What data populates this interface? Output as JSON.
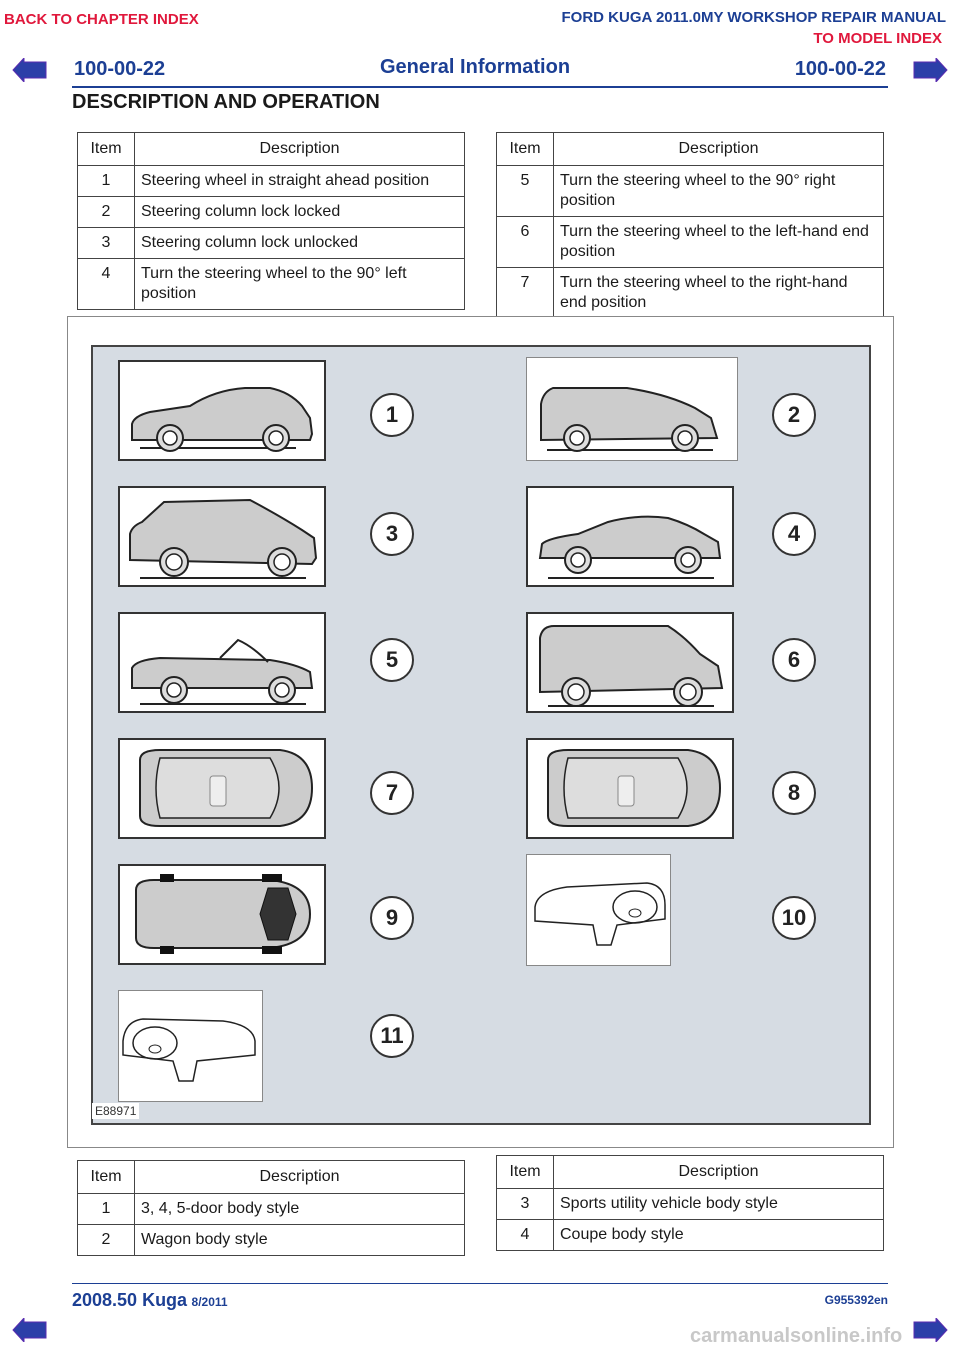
{
  "nav": {
    "back_chapter": "BACK TO CHAPTER INDEX",
    "manual_title": "FORD KUGA 2011.0MY WORKSHOP REPAIR MANUAL",
    "model_index": "TO MODEL INDEX"
  },
  "header": {
    "page_left": "100-00-22",
    "section": "General Information",
    "page_right": "100-00-22",
    "heading": "DESCRIPTION AND OPERATION"
  },
  "top_table_left": {
    "col_item": "Item",
    "col_desc": "Description",
    "rows": [
      {
        "item": "1",
        "desc": "Steering wheel in straight ahead position"
      },
      {
        "item": "2",
        "desc": "Steering column lock locked"
      },
      {
        "item": "3",
        "desc": "Steering column lock unlocked"
      },
      {
        "item": "4",
        "desc": "Turn the steering wheel to the 90° left position"
      }
    ]
  },
  "top_table_right": {
    "col_item": "Item",
    "col_desc": "Description",
    "rows": [
      {
        "item": "5",
        "desc": "Turn the steering wheel to the 90° right position"
      },
      {
        "item": "6",
        "desc": "Turn the steering wheel to the left-hand end position"
      },
      {
        "item": "7",
        "desc": "Turn the steering wheel to the right-hand end position"
      }
    ]
  },
  "figure": {
    "code": "E88971",
    "callouts": [
      "1",
      "2",
      "3",
      "4",
      "5",
      "6",
      "7",
      "8",
      "9",
      "10",
      "11"
    ]
  },
  "bottom_table_left": {
    "col_item": "Item",
    "col_desc": "Description",
    "rows": [
      {
        "item": "1",
        "desc": "3, 4, 5-door body style"
      },
      {
        "item": "2",
        "desc": "Wagon body style"
      }
    ]
  },
  "bottom_table_right": {
    "col_item": "Item",
    "col_desc": "Description",
    "rows": [
      {
        "item": "3",
        "desc": "Sports utility vehicle body style"
      },
      {
        "item": "4",
        "desc": "Coupe body style"
      }
    ]
  },
  "footer": {
    "model": "2008.50 Kuga",
    "date": "8/2011",
    "code": "G955392en",
    "watermark": "carmanualsonline.info"
  },
  "colors": {
    "brand_blue": "#1c3f94",
    "link_red": "#e0183c",
    "figure_bg": "#d6dce3"
  }
}
